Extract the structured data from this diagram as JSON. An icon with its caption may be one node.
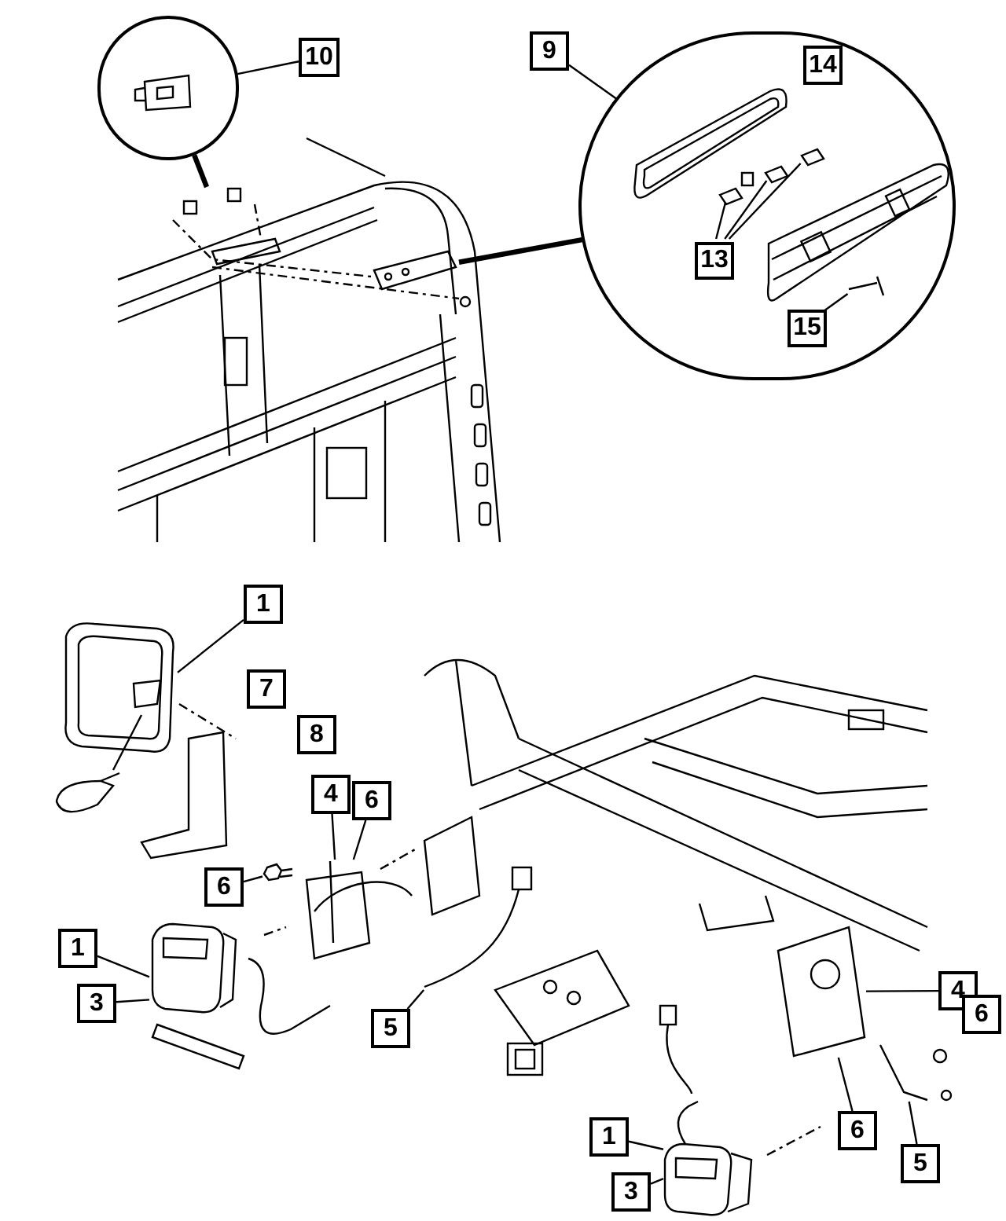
{
  "diagram": {
    "nodes": [
      {
        "text": [],
        "shape": "circle"
      },
      {
        "text": [
          "10"
        ]
      },
      {
        "text": [
          "9"
        ]
      },
      {
        "text": [],
        "shape": "circle"
      },
      {
        "text": [
          "14"
        ],
        "in": 3
      },
      {
        "text": [
          "13"
        ],
        "in": 3
      },
      {
        "text": [
          "15"
        ],
        "in": 3
      },
      {
        "text": [
          "1"
        ]
      },
      {
        "text": [
          "7"
        ]
      },
      {
        "text": [
          "8"
        ]
      },
      {
        "text": [
          "4"
        ]
      },
      {
        "text": [
          "6"
        ]
      },
      {
        "text": [
          "6"
        ]
      },
      {
        "text": [
          "1"
        ]
      },
      {
        "text": [
          "3"
        ]
      },
      {
        "text": [
          "5"
        ]
      },
      {
        "text": [
          "4"
        ]
      },
      {
        "text": [
          "6"
        ]
      },
      {
        "text": [
          "6"
        ]
      },
      {
        "text": [
          "5"
        ]
      },
      {
        "text": [
          "1"
        ]
      },
      {
        "text": [
          "3"
        ]
      },
      {
        "text": [],
        "shape": "picture"
      },
      {
        "text": [],
        "shape": "picture"
      },
      {
        "text": [],
        "shape": "picture",
        "in": 3
      },
      {
        "text": [],
        "shape": "picture",
        "in": 3
      },
      {
        "text": [],
        "shape": "picture",
        "in": 3
      },
      {
        "text": [],
        "shape": "picture",
        "in": 3
      },
      {
        "text": [],
        "shape": "picture"
      },
      {
        "text": [],
        "shape": "picture"
      },
      {
        "text": [],
        "shape": "picture"
      },
      {
        "text": [],
        "shape": "picture"
      },
      {
        "text": [],
        "shape": "picture"
      },
      {
        "text": [],
        "shape": "picture"
      },
      {
        "text": [],
        "shape": "picture"
      },
      {
        "text": [],
        "shape": "picture"
      }
    ],
    "edges": [
      {
        "from": 0,
        "to": 22,
        "arrow": "none",
        "style": "thick"
      },
      {
        "from": 1,
        "to": 0,
        "arrow": "none"
      },
      {
        "from": 2,
        "to": 3,
        "arrow": "none"
      },
      {
        "from": 3,
        "to": 23,
        "arrow": "none",
        "style": "thick"
      },
      {
        "from": 5,
        "to": 24,
        "arrow": "none"
      },
      {
        "from": 5,
        "to": 25,
        "arrow": "none"
      },
      {
        "from": 5,
        "to": 26,
        "arrow": "none"
      },
      {
        "from": 6,
        "to": 27,
        "arrow": "none"
      },
      {
        "from": 7,
        "to": 28,
        "arrow": "none"
      },
      {
        "from": 10,
        "to": 29,
        "arrow": "none"
      },
      {
        "from": 11,
        "to": 29,
        "arrow": "none"
      },
      {
        "from": 12,
        "to": 30,
        "arrow": "none"
      },
      {
        "from": 13,
        "to": 31,
        "arrow": "none"
      },
      {
        "from": 14,
        "to": 31,
        "arrow": "none"
      },
      {
        "from": 15,
        "to": 32,
        "arrow": "none"
      },
      {
        "from": 16,
        "to": 33,
        "arrow": "none"
      },
      {
        "from": 18,
        "to": 33,
        "arrow": "none"
      },
      {
        "from": 19,
        "to": 34,
        "arrow": "none"
      },
      {
        "from": 20,
        "to": 35,
        "arrow": "none"
      },
      {
        "from": 21,
        "to": 35,
        "arrow": "none"
      }
    ]
  }
}
